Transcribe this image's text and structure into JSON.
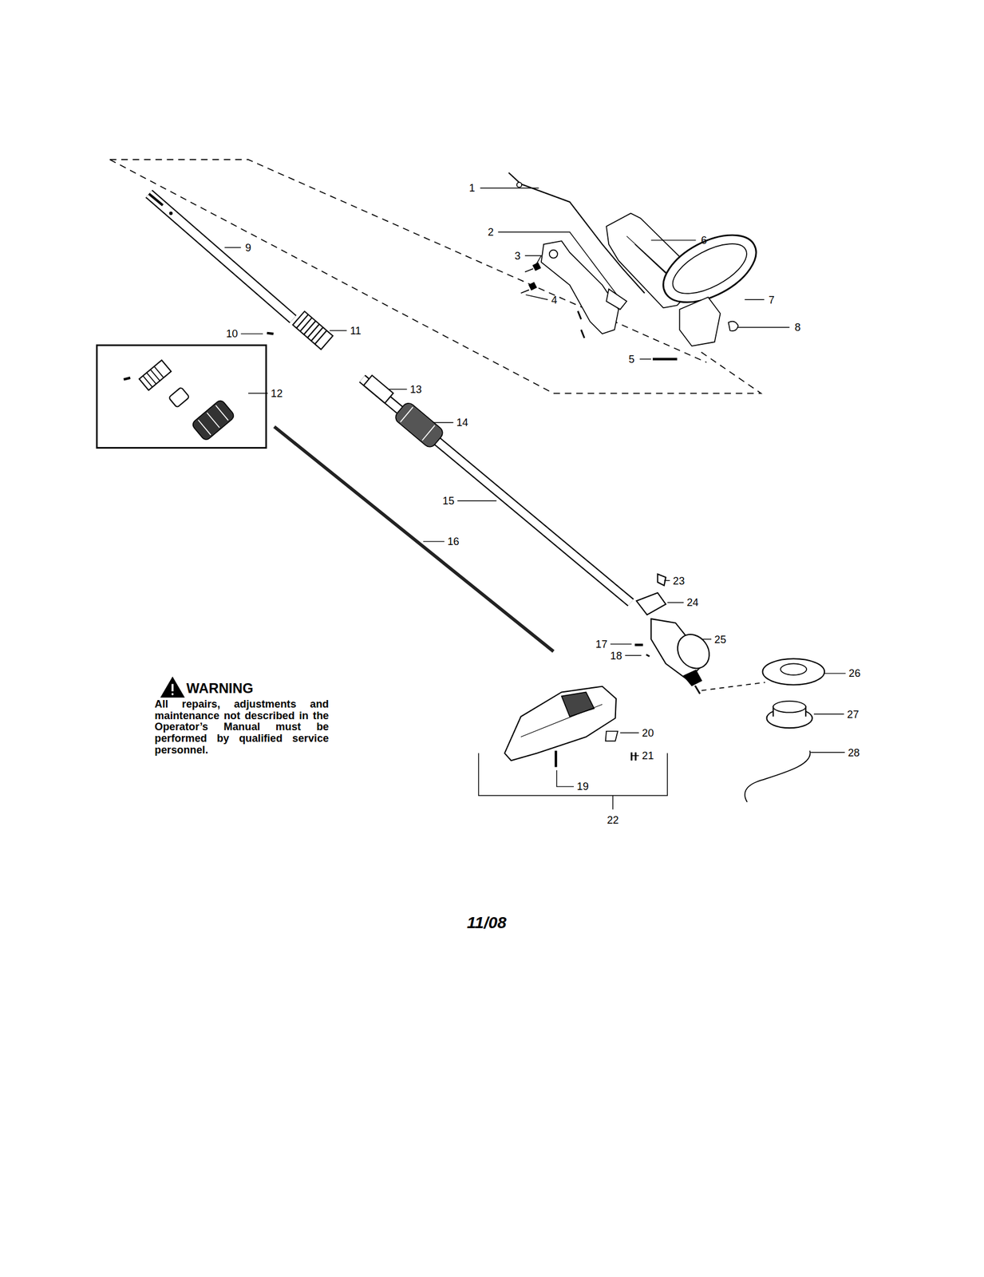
{
  "diagram": {
    "labels": [
      "1",
      "2",
      "3",
      "4",
      "5",
      "6",
      "7",
      "8",
      "9",
      "10",
      "11",
      "12",
      "13",
      "14",
      "15",
      "16",
      "17",
      "18",
      "19",
      "20",
      "21",
      "22",
      "23",
      "24",
      "25",
      "26",
      "27",
      "28",
      "WARNING",
      "All repairs, adjustments and maintenance not described in the Operator’s Manual must be performed by qualified service personnel.",
      "11/08"
    ]
  }
}
